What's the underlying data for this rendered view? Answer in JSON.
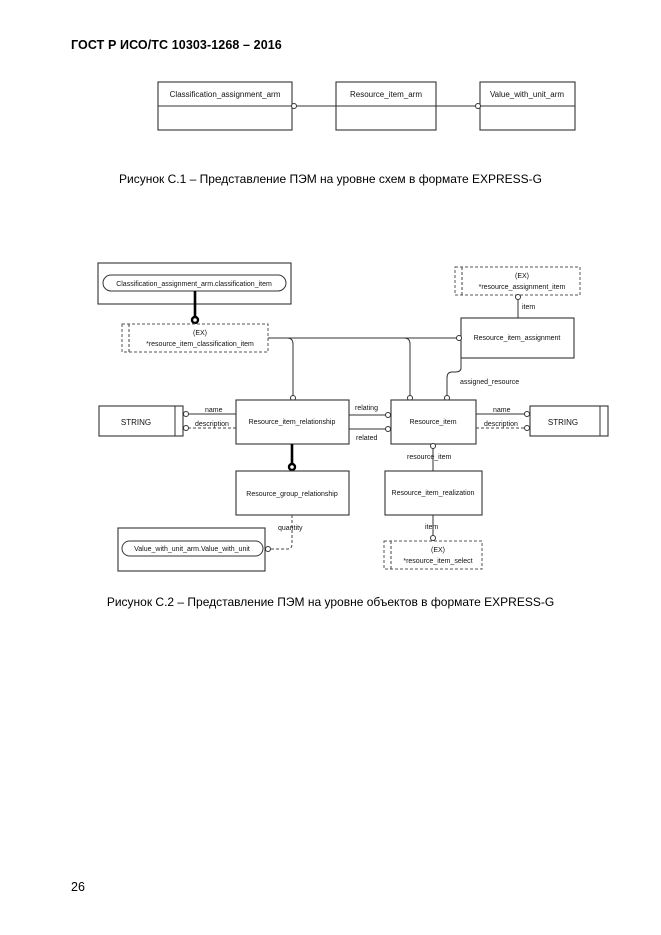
{
  "document": {
    "header": "ГОСТ Р ИСО/ТС 10303-1268 – 2016",
    "page_number": "26"
  },
  "figure1": {
    "caption": "Рисунок С.1 –  Представление ПЭМ на уровне схем в формате EXPRESS-G",
    "schemas": [
      "Classification_assignment_arm",
      "Resource_item_arm",
      "Value_with_unit_arm"
    ]
  },
  "figure2": {
    "caption": "Рисунок С.2 –  Представление ПЭМ на уровне объектов в формате EXPRESS-G",
    "entities": {
      "classification_item_ref": "Classification_assignment_arm.classification_item",
      "ex_label": "(EX)",
      "resource_item_classification_item": "*resource_item_classification_item",
      "resource_assignment_item": "*resource_assignment_item",
      "resource_item_assignment": "Resource_item_assignment",
      "resource_item_relationship": "Resource_item_relationship",
      "resource_item": "Resource_item",
      "resource_group_relationship": "Resource_group_relationship",
      "resource_item_realization": "Resource_item_realization",
      "resource_item_select": "*resource_item_select",
      "value_with_unit_ref": "Value_with_unit_arm.Value_with_unit",
      "string_left": "STRING",
      "string_right": "STRING"
    },
    "attributes": {
      "item": "item",
      "assigned_resource": "assigned_resource",
      "name_left": "name",
      "description_left": "description",
      "relating": "relating",
      "related": "related",
      "name_right": "name",
      "description_right": "description",
      "resource_item": "resource_item",
      "quantity": "quantity",
      "item_realization": "item"
    }
  }
}
